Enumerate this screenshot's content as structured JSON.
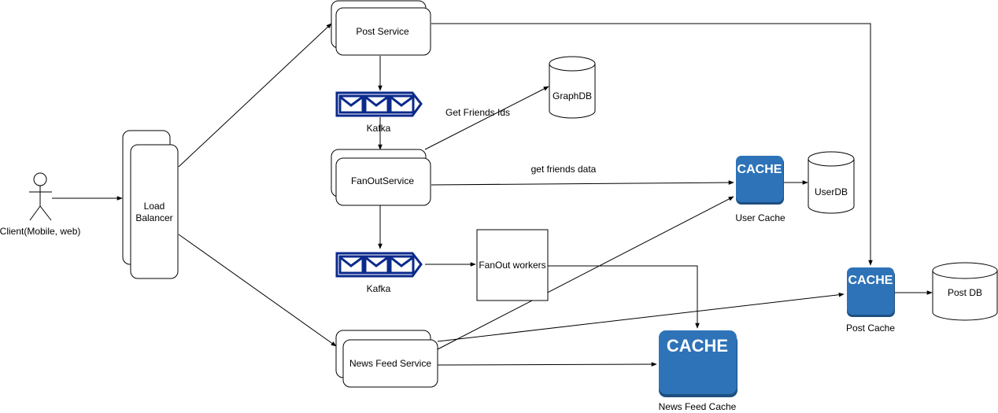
{
  "actor": {
    "label": "Client(Mobile, web)"
  },
  "load_balancer": {
    "label_line1": "Load",
    "label_line2": "Balancer"
  },
  "post_service": {
    "label": "Post Service"
  },
  "fanout_service": {
    "label": "FanOutService"
  },
  "news_feed_service": {
    "label": "News Feed Service"
  },
  "fanout_workers": {
    "label": "FanOut workers"
  },
  "kafka_top": {
    "label": "Kafka"
  },
  "kafka_bottom": {
    "label": "Kafka"
  },
  "graphdb": {
    "label": "GraphDB"
  },
  "userdb": {
    "label": "UserDB"
  },
  "postdb": {
    "label": "Post DB"
  },
  "user_cache": {
    "badge": "CACHE",
    "label": "User Cache"
  },
  "post_cache": {
    "badge": "CACHE",
    "label": "Post Cache"
  },
  "news_feed_cache": {
    "badge": "CACHE",
    "label": "News Feed Cache"
  },
  "edges": {
    "get_friends_ids": "Get Friends Ids",
    "get_friends_data": "get friends data"
  },
  "colors": {
    "cache_blue": "#2E73B8",
    "kafka_blue": "#0B2A8C"
  }
}
